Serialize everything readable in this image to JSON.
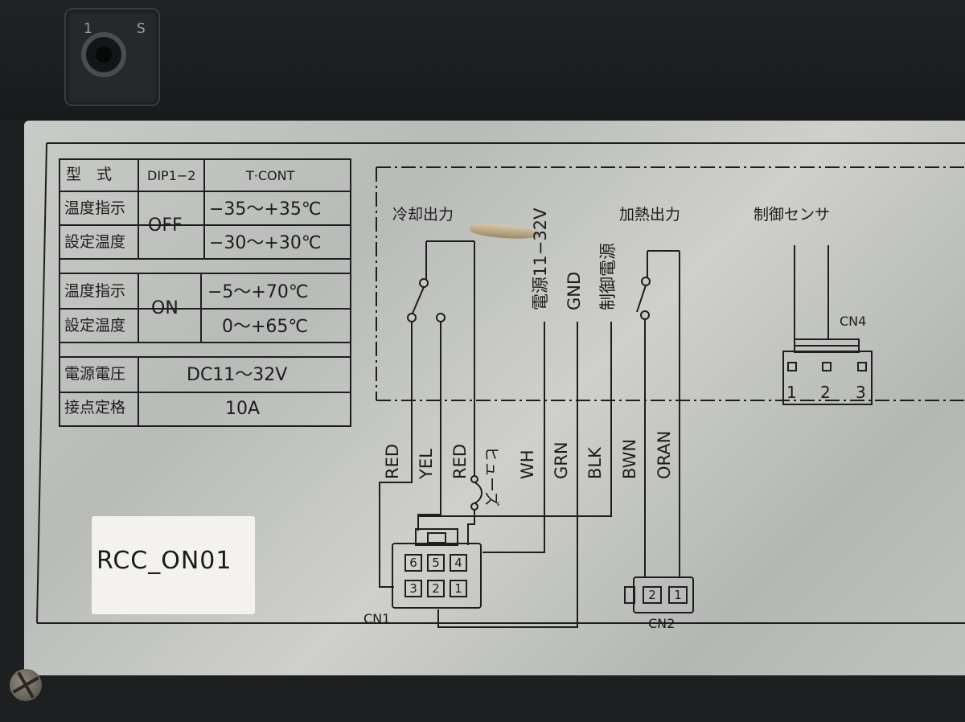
{
  "switch": {
    "left_mark": "1",
    "right_mark": "S"
  },
  "table": {
    "header": {
      "type": "型　式",
      "dip": "DIP1−2",
      "model": "T·CONT"
    },
    "off_block": {
      "row1_label": "温度指示",
      "row2_label": "設定温度",
      "mode": "OFF",
      "row1_value": "−35〜+35℃",
      "row2_value": "−30〜+30℃"
    },
    "on_block": {
      "row1_label": "温度指示",
      "row2_label": "設定温度",
      "mode": "ON",
      "row1_value": "−5〜+70℃",
      "row2_value": "0〜+65℃"
    },
    "power_label": "電源電圧",
    "power_value": "DC11〜32V",
    "contact_label": "接点定格",
    "contact_value": "10A"
  },
  "diagram": {
    "cooling_output": "冷却出力",
    "power_source": "電源11−32V",
    "gnd": "GND",
    "control_power": "制御電源",
    "heating_output": "加熱出力",
    "control_sensor": "制御センサ",
    "fuse": "ヒューズ",
    "wires": [
      "RED",
      "YEL",
      "RED",
      "WH",
      "GRN",
      "BLK",
      "BWN",
      "ORAN"
    ],
    "cn1": {
      "label": "CN1",
      "top_pins": [
        "6",
        "5",
        "4"
      ],
      "bottom_pins": [
        "3",
        "2",
        "1"
      ]
    },
    "cn2": {
      "label": "CN2",
      "pins": [
        "2",
        "1"
      ]
    },
    "cn4": {
      "label": "CN4",
      "pins": [
        "1",
        "2",
        "3"
      ]
    }
  },
  "model_name": "RCC_ON01"
}
